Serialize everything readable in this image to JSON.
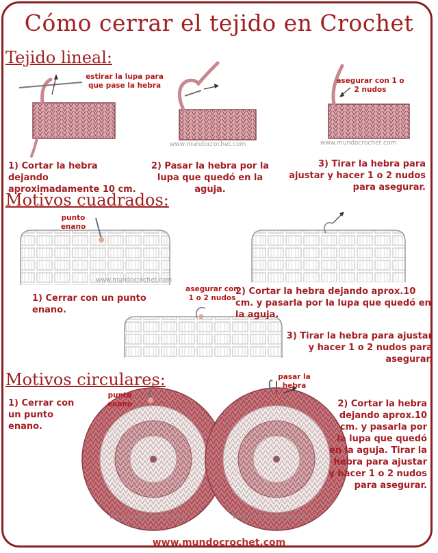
{
  "title": "Cómo cerrar el tejido en Crochet",
  "website": "www.mundocrochet.com",
  "watermark": "www.mundocrochet.com",
  "colors": {
    "accent": "#a02020",
    "yarn": "#d9a4ab",
    "yarn_dark": "#8c4a52",
    "rose": "#c9727a",
    "frame": "#8a1f1f"
  },
  "linear": {
    "heading": "Tejido lineal:",
    "step1_label": "estirar la lupa para que pase la hebra",
    "step3_label": "asegurar con 1 o 2 nudos",
    "steps": [
      "1) Cortar la hebra dejando aproximadamente 10 cm.",
      "2) Pasar la hebra por la lupa que quedó en la aguja.",
      "3) Tirar la hebra para ajustar y hacer 1 o 2 nudos para asegurar."
    ]
  },
  "square": {
    "heading": "Motivos cuadrados:",
    "label_slip": "punto enano",
    "label_secure": "asegurar con 1 o 2 nudos",
    "steps": [
      "1) Cerrar con un punto enano.",
      "2) Cortar la hebra dejando aprox.10 cm. y pasarla por la lupa que quedó en la aguja.",
      "3) Tirar la hebra para ajustar y hacer 1 o 2 nudos para asegurar."
    ]
  },
  "circular": {
    "heading": "Motivos circulares:",
    "label_slip": "punto enano",
    "label_pass": "pasar la hebra",
    "steps": [
      "1) Cerrar con un punto enano.",
      "2) Cortar la hebra dejando aprox.10 cm. y pasarla por la lupa que quedó en la aguja. Tirar la hebra para ajustar y hacer 1 o 2 nudos para asegurar."
    ]
  }
}
